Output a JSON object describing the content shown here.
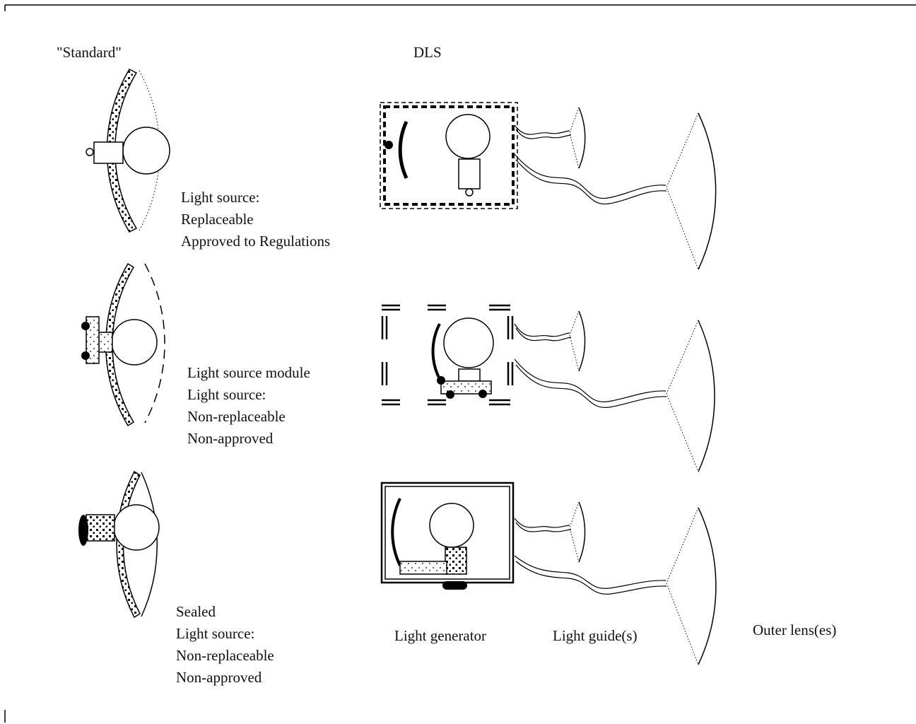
{
  "headings": {
    "standard": "\"Standard\"",
    "dls": "DLS"
  },
  "standard_labels": {
    "replaceable": [
      "Light source:",
      "Replaceable",
      "Approved to Regulations"
    ],
    "module": [
      "Light source module",
      "Light source:",
      "Non-replaceable",
      "Non-approved"
    ],
    "sealed": [
      "Sealed",
      "Light source:",
      "Non-replaceable",
      "Non-approved"
    ]
  },
  "dls_labels": {
    "generator": "Light generator",
    "guides": "Light guide(s)",
    "outer_lens": "Outer lens(es)"
  }
}
